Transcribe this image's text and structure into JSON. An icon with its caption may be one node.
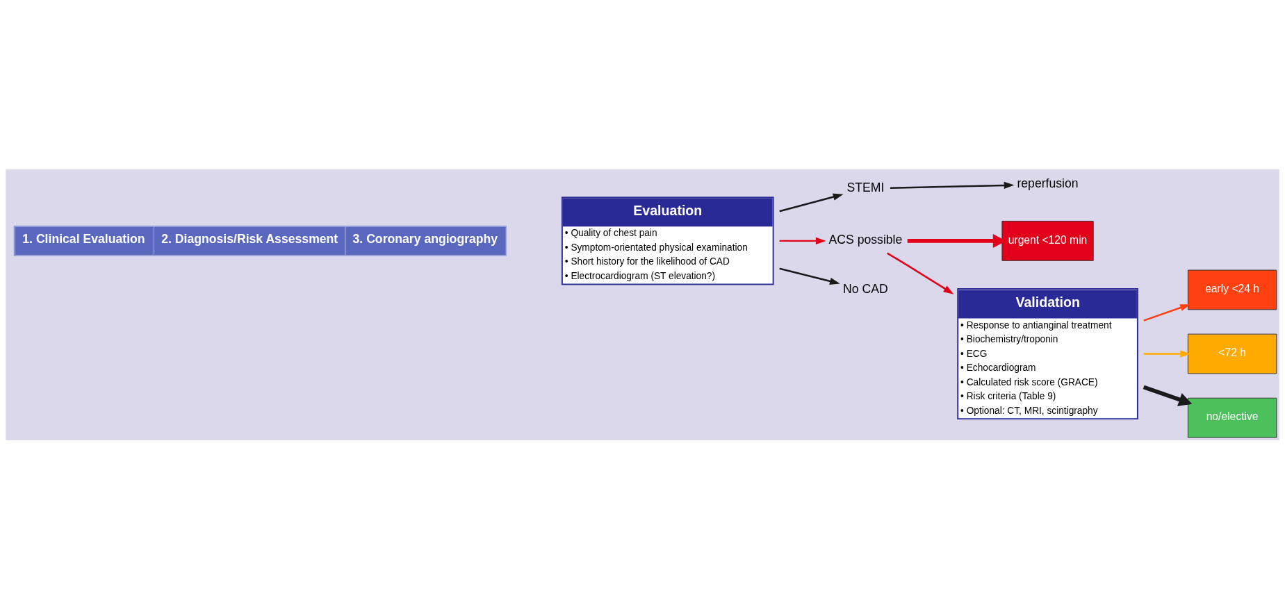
{
  "diagram": {
    "nodes": [
      {
        "text": [
          "1. Clinical Evaluation",
          "2. Diagnosis/Risk Assessment",
          "3. Coronary angiography"
        ]
      },
      {
        "text": [
          "STEMI"
        ]
      },
      {
        "text": [
          "reperfusion"
        ]
      },
      {
        "text": [
          "urgent <120 min"
        ]
      },
      {
        "text": [
          "Evaluation",
          "• Quality of chest pain",
          "• Symptom-orientated physical examination",
          "• Short history for the likelihood of CAD",
          "• Electrocardiogram (ST elevation?)"
        ]
      },
      {
        "text": [
          "ACS possible"
        ]
      },
      {
        "text": [
          "Validation",
          "• Response to antianginal treatment",
          "• Biochemistry/troponin",
          "• ECG",
          "• Echocardiogram",
          "• Calculated risk score (GRACE)",
          "• Risk criteria (Table 9)",
          "• Optional: CT, MRI, scintigraphy"
        ]
      },
      {
        "text": [
          "early <24 h"
        ]
      },
      {
        "text": [
          "<72 h"
        ]
      },
      {
        "text": [
          "No CAD"
        ]
      },
      {
        "text": [
          "no/elective"
        ]
      }
    ],
    "edges": [
      {
        "from": 4,
        "to": 1,
        "arrow": "to"
      },
      {
        "from": 1,
        "to": 2,
        "arrow": "to"
      },
      {
        "from": 5,
        "to": 3,
        "arrow": "to",
        "style": "thick",
        "color": "#e2001a"
      },
      {
        "from": 4,
        "to": 5,
        "arrow": "to",
        "color": "#e2001a"
      },
      {
        "from": 5,
        "to": 6,
        "arrow": "to",
        "color": "#e2001a"
      },
      {
        "from": 6,
        "to": 7,
        "arrow": "to",
        "color": "#ff4010"
      },
      {
        "from": 6,
        "to": 8,
        "arrow": "to",
        "color": "#ffaa00"
      },
      {
        "from": 4,
        "to": 9,
        "arrow": "to"
      },
      {
        "from": 6,
        "to": 10,
        "arrow": "to",
        "style": "thick"
      }
    ]
  }
}
